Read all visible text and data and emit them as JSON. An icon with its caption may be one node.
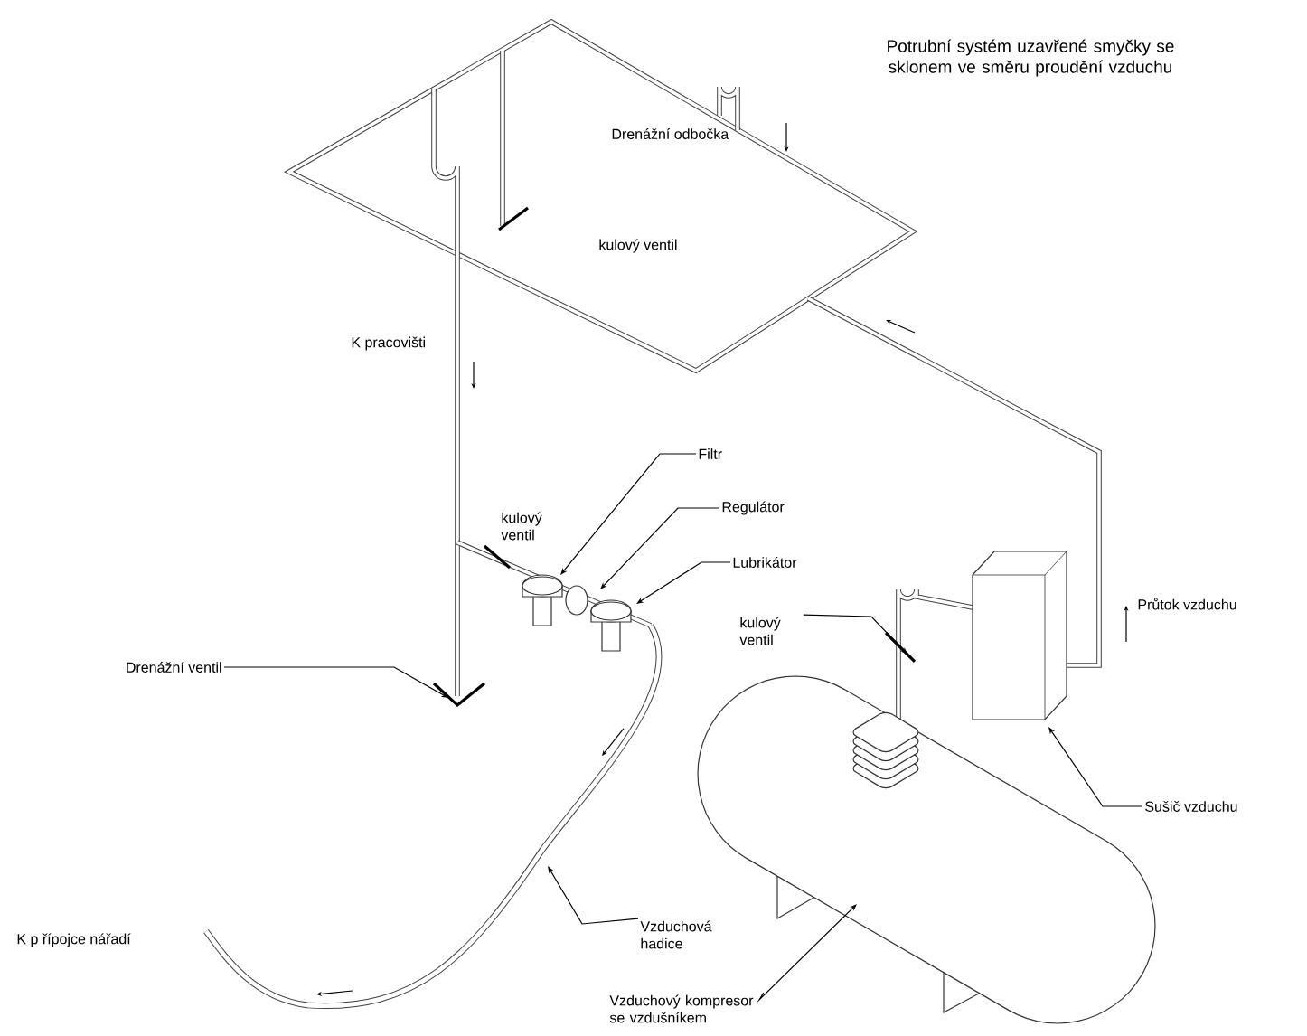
{
  "diagram": {
    "title": "Potrubní systém uzavřené smyčky se sklonem ve směru proudění vzduchu",
    "nodes": [
      {
        "text": [
          "Filtr"
        ]
      },
      {
        "text": [
          "Regulátor"
        ]
      },
      {
        "text": [
          "Lubrikátor"
        ]
      },
      {
        "text": [
          "kulový ventil"
        ]
      },
      {
        "text": [
          "Drenážní ventil"
        ]
      },
      {
        "text": [
          "Sušič vzduchu"
        ]
      },
      {
        "text": [
          "Vzduchová hadice"
        ]
      },
      {
        "text": [
          "Vzduchový kompresor se vzdušníkem"
        ]
      }
    ],
    "edges": [
      {
        "from": 0,
        "to": null,
        "arrow": "to"
      },
      {
        "from": 1,
        "to": null,
        "arrow": "to"
      },
      {
        "from": 2,
        "to": null,
        "arrow": "to"
      },
      {
        "from": 3,
        "to": null,
        "arrow": "to"
      },
      {
        "from": 4,
        "to": null,
        "arrow": "to"
      },
      {
        "from": 5,
        "to": null,
        "arrow": "to"
      },
      {
        "from": 6,
        "to": null,
        "arrow": "to"
      },
      {
        "from": 7,
        "to": null,
        "arrow": "to"
      }
    ],
    "labels": [
      "Drenážní odbočka",
      "kulový ventil",
      "K pracovišti",
      "kulový ventil",
      "Průtok vzduchu",
      "K p řípojce nářadí"
    ]
  }
}
